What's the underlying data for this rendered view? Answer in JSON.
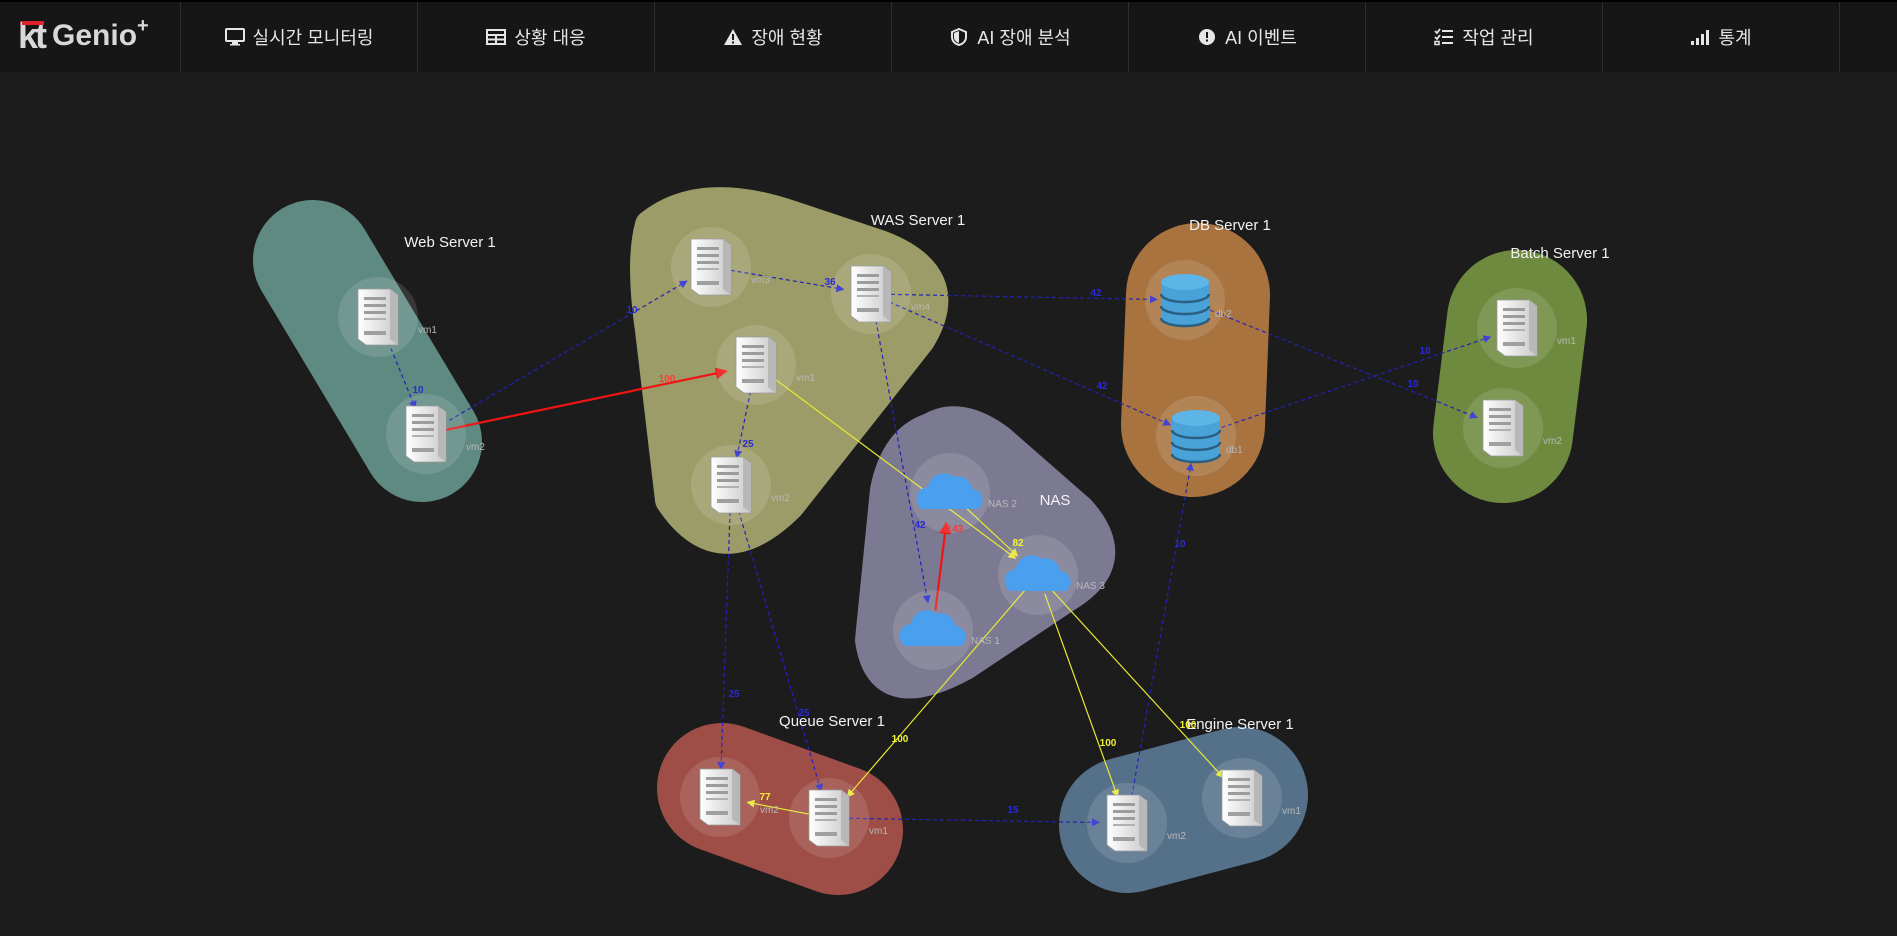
{
  "app": {
    "logo_text": "kt Genio",
    "logo_plus": "+"
  },
  "nav": [
    {
      "id": "realtime",
      "label": "실시간 모니터링",
      "icon": "monitor-icon"
    },
    {
      "id": "situation",
      "label": "상황 대응",
      "icon": "grid-icon"
    },
    {
      "id": "fault",
      "label": "장애 현황",
      "icon": "warning-icon"
    },
    {
      "id": "ai-analysis",
      "label": "AI 장애 분석",
      "icon": "shield-icon"
    },
    {
      "id": "ai-event",
      "label": "AI 이벤트",
      "icon": "alert-circle-icon"
    },
    {
      "id": "task",
      "label": "작업 관리",
      "icon": "checklist-icon"
    },
    {
      "id": "stats",
      "label": "통계",
      "icon": "signal-bars-icon"
    }
  ],
  "colors": {
    "web": "#5f8a82",
    "was": "#9c9c68",
    "db": "#a8733f",
    "batch": "#6e8a3e",
    "nas": "#7c7a92",
    "queue": "#9e4e46",
    "engine": "#55718a",
    "edge_blue": "#1a1aa8",
    "edge_red": "#f01414",
    "edge_yellow": "#e8e832",
    "cloud": "#4aa0ef",
    "db_icon": "#4aa3d8"
  },
  "groups": [
    {
      "id": "web",
      "label": "Web Server 1"
    },
    {
      "id": "was",
      "label": "WAS Server 1"
    },
    {
      "id": "db",
      "label": "DB Server 1"
    },
    {
      "id": "batch",
      "label": "Batch Server 1"
    },
    {
      "id": "nas",
      "label": "NAS"
    },
    {
      "id": "queue",
      "label": "Queue Server 1"
    },
    {
      "id": "engine",
      "label": "Engine Server 1"
    }
  ],
  "nodes": [
    {
      "id": "web-vm1",
      "label": "vm1",
      "type": "server"
    },
    {
      "id": "web-vm2",
      "label": "vm2",
      "type": "server"
    },
    {
      "id": "was-vm3",
      "label": "vm3",
      "type": "server"
    },
    {
      "id": "was-vm4",
      "label": "vm4",
      "type": "server"
    },
    {
      "id": "was-vm1",
      "label": "vm1",
      "type": "server"
    },
    {
      "id": "was-vm2",
      "label": "vm2",
      "type": "server"
    },
    {
      "id": "db-db2",
      "label": "db2",
      "type": "db"
    },
    {
      "id": "db-db1",
      "label": "db1",
      "type": "db"
    },
    {
      "id": "batch-vm1",
      "label": "vm1",
      "type": "server"
    },
    {
      "id": "batch-vm2",
      "label": "vm2",
      "type": "server"
    },
    {
      "id": "nas-2",
      "label": "NAS 2",
      "type": "cloud"
    },
    {
      "id": "nas-3",
      "label": "NAS 3",
      "type": "cloud"
    },
    {
      "id": "nas-1",
      "label": "NAS 1",
      "type": "cloud"
    },
    {
      "id": "queue-vm2",
      "label": "vm2",
      "type": "server"
    },
    {
      "id": "queue-vm1",
      "label": "vm1",
      "type": "server"
    },
    {
      "id": "engine-vm2",
      "label": "vm2",
      "type": "server"
    },
    {
      "id": "engine-vm1",
      "label": "vm1",
      "type": "server"
    }
  ],
  "edges": [
    {
      "from": "web-vm1",
      "to": "web-vm2",
      "value": "10",
      "kind": "blue"
    },
    {
      "from": "web-vm2",
      "to": "was-vm3",
      "value": "10",
      "kind": "blue"
    },
    {
      "from": "web-vm2",
      "to": "was-vm1",
      "value": "100",
      "kind": "red"
    },
    {
      "from": "was-vm3",
      "to": "was-vm4",
      "value": "36",
      "kind": "blue"
    },
    {
      "from": "was-vm4",
      "to": "db-db2",
      "value": "42",
      "kind": "blue"
    },
    {
      "from": "was-vm4",
      "to": "db-db1",
      "value": "42",
      "kind": "blue"
    },
    {
      "from": "was-vm4",
      "to": "nas-1",
      "value": "42",
      "kind": "blue"
    },
    {
      "from": "was-vm1",
      "to": "was-vm2",
      "value": "25",
      "kind": "blue"
    },
    {
      "from": "was-vm1",
      "to": "nas-3",
      "value": "",
      "kind": "yellow"
    },
    {
      "from": "was-vm2",
      "to": "queue-vm2",
      "value": "25",
      "kind": "blue"
    },
    {
      "from": "was-vm2",
      "to": "queue-vm1",
      "value": "25",
      "kind": "blue"
    },
    {
      "from": "db-db2",
      "to": "batch-vm2",
      "value": "10",
      "kind": "blue"
    },
    {
      "from": "db-db1",
      "to": "batch-vm1",
      "value": "10",
      "kind": "blue"
    },
    {
      "from": "engine-vm2",
      "to": "db-db1",
      "value": "10",
      "kind": "blue"
    },
    {
      "from": "nas-1",
      "to": "nas-2",
      "value": "143",
      "kind": "red"
    },
    {
      "from": "nas-2",
      "to": "nas-3",
      "value": "82",
      "kind": "yellow"
    },
    {
      "from": "nas-3",
      "to": "queue-vm1",
      "value": "100",
      "kind": "yellow"
    },
    {
      "from": "nas-3",
      "to": "engine-vm2",
      "value": "100",
      "kind": "yellow"
    },
    {
      "from": "nas-3",
      "to": "engine-vm1",
      "value": "100",
      "kind": "yellow"
    },
    {
      "from": "queue-vm1",
      "to": "queue-vm2",
      "value": "77",
      "kind": "yellow"
    },
    {
      "from": "queue-vm1",
      "to": "engine-vm2",
      "value": "15",
      "kind": "blue"
    }
  ]
}
